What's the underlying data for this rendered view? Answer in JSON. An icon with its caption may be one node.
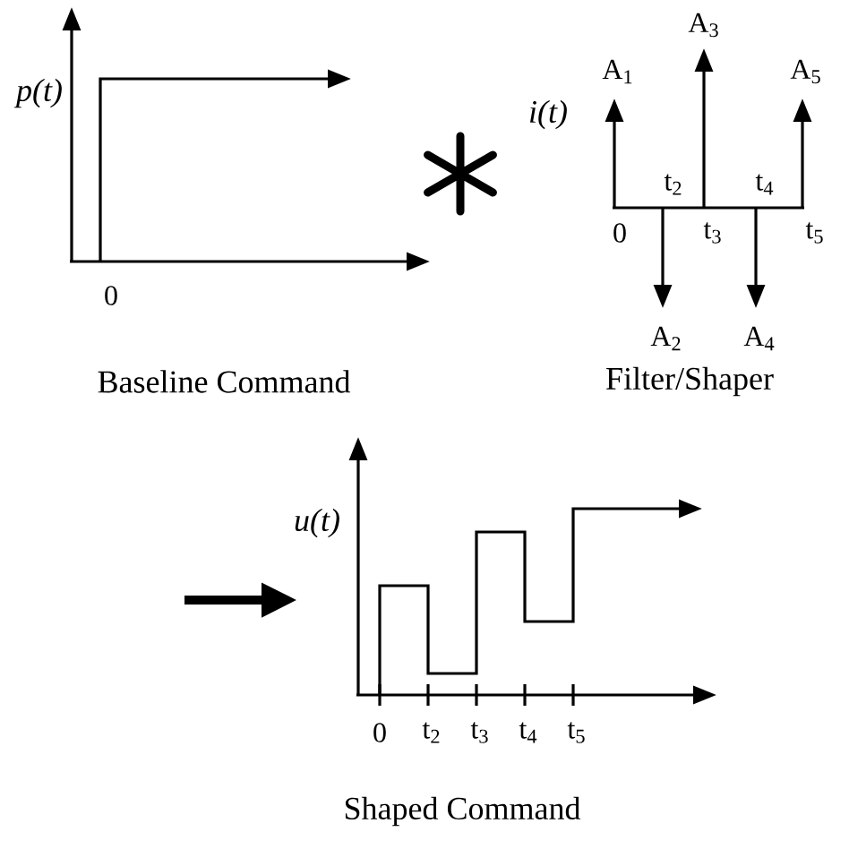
{
  "diagram": {
    "labels": [
      "p(t)",
      "0",
      "Baseline Command",
      "i(t)",
      "A$_{1}$",
      "A$_{3}$",
      "A$_{5}$",
      "t$_{2}$",
      "t$_{4}$",
      "0",
      "t$_{3}$",
      "t$_{5}$",
      "A$_{2}$",
      "A$_{4}$",
      "Filter/Shaper",
      "u(t)",
      "0",
      "t$_{2}$",
      "t$_{3}$",
      "t$_{4}$",
      "t$_{5}$",
      "Shaped Command"
    ]
  }
}
